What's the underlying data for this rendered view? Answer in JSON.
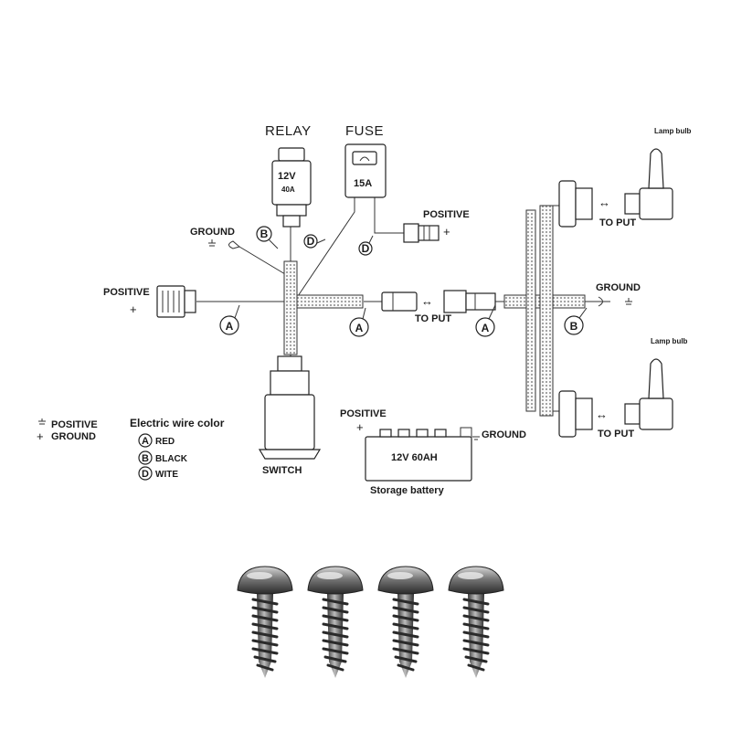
{
  "labels": {
    "relay": "RELAY",
    "fuse": "FUSE",
    "relay_rating_v": "12V",
    "relay_rating_a": "40A",
    "fuse_rating": "15A",
    "positive": "POSITIVE",
    "ground": "GROUND",
    "to_put": "TO PUT",
    "lamp_bulb": "Lamp bulb",
    "switch": "SWITCH",
    "battery_spec": "12V  60AH",
    "storage_battery": "Storage battery"
  },
  "legend": {
    "positive": "POSITIVE",
    "ground": "GROUND",
    "wire_title": "Electric wire color",
    "wire_colors": [
      {
        "letter": "A",
        "color": "RED"
      },
      {
        "letter": "B",
        "color": "BLACK"
      },
      {
        "letter": "D",
        "color": "WITE"
      }
    ]
  },
  "wire_markers": {
    "a": "A",
    "b": "B",
    "d": "D"
  },
  "symbols": {
    "plus": "+",
    "ground_icon": "ground-symbol",
    "arrow": "↔"
  },
  "colors": {
    "line": "#333333",
    "screw_metal": "#5a5a5a",
    "screw_highlight": "#c9c9c9"
  },
  "screws": {
    "count": 4
  }
}
